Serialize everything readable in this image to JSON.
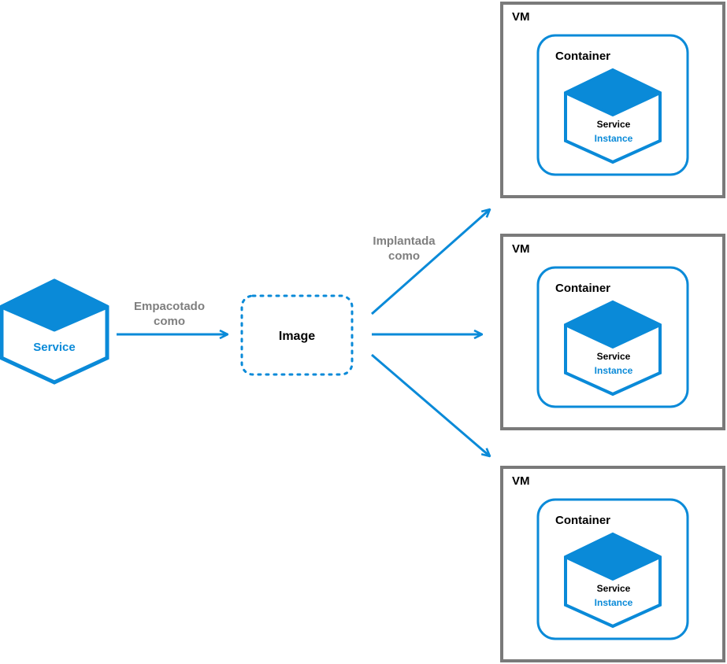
{
  "service": {
    "label": "Service"
  },
  "packaged_label": {
    "line1": "Empacotado",
    "line2": "como"
  },
  "image": {
    "label": "Image"
  },
  "deployed_label": {
    "line1": "Implantada",
    "line2": "como"
  },
  "vms": [
    {
      "label": "VM",
      "container": "Container",
      "instance_line1": "Service",
      "instance_line2": "Instance"
    },
    {
      "label": "VM",
      "container": "Container",
      "instance_line1": "Service",
      "instance_line2": "Instance"
    },
    {
      "label": "VM",
      "container": "Container",
      "instance_line1": "Service",
      "instance_line2": "Instance"
    }
  ],
  "colors": {
    "blue": "#0a8ad8",
    "gray": "#7f7f7f",
    "vm_border": "#7a7a7a",
    "text": "#000000"
  }
}
